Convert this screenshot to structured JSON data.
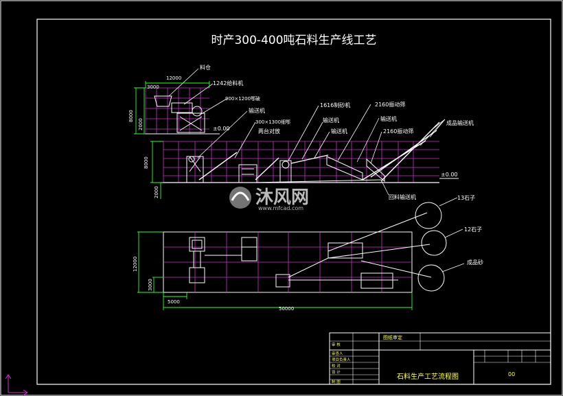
{
  "title": "时产300-400吨石料生产线工艺",
  "elevation": {
    "labels": {
      "silo": "料仓",
      "feeder": "1242给料机",
      "jaw": "900×1200鄂破",
      "conv1": "输送机",
      "impact": "300×1300细鄂",
      "impact2": "两台对放",
      "sand": "1616制砂机",
      "conv2": "输送机",
      "conv3": "输送机",
      "conv4": "输送机",
      "screen1": "2160振动筛",
      "screen2": "2160振动筛",
      "product": "成品输送机",
      "return": "回料输送机"
    },
    "dims": {
      "w12000": "12000",
      "h3000": "3000",
      "h8000a": "8000",
      "h2000a": "2000",
      "h8000b": "8000",
      "h2000b": "2000"
    },
    "level1": "±0.00",
    "level2": "±0.00"
  },
  "plan": {
    "labels": {
      "stone13": "13石子",
      "stone12": "12石子",
      "sand": "成品砂"
    },
    "dims": {
      "h12000": "12000",
      "h3000": "3000",
      "w5000": "5000",
      "w50000": "50000"
    }
  },
  "watermark": {
    "brand": "沐风网",
    "url": "www.mfcad.com"
  },
  "titleblock": {
    "header": "图纸审定",
    "rows": [
      "审 核",
      "审查人",
      "项目负责人",
      "校 对",
      "设 计",
      "制 图"
    ],
    "drawing_name": "石料生产工艺流程图",
    "code": "00"
  },
  "colors": {
    "frame": "#ffffff",
    "grid": "#cc33cc",
    "dim": "#33ff33",
    "text": "#ffffff",
    "watermark": "#cccccc"
  }
}
